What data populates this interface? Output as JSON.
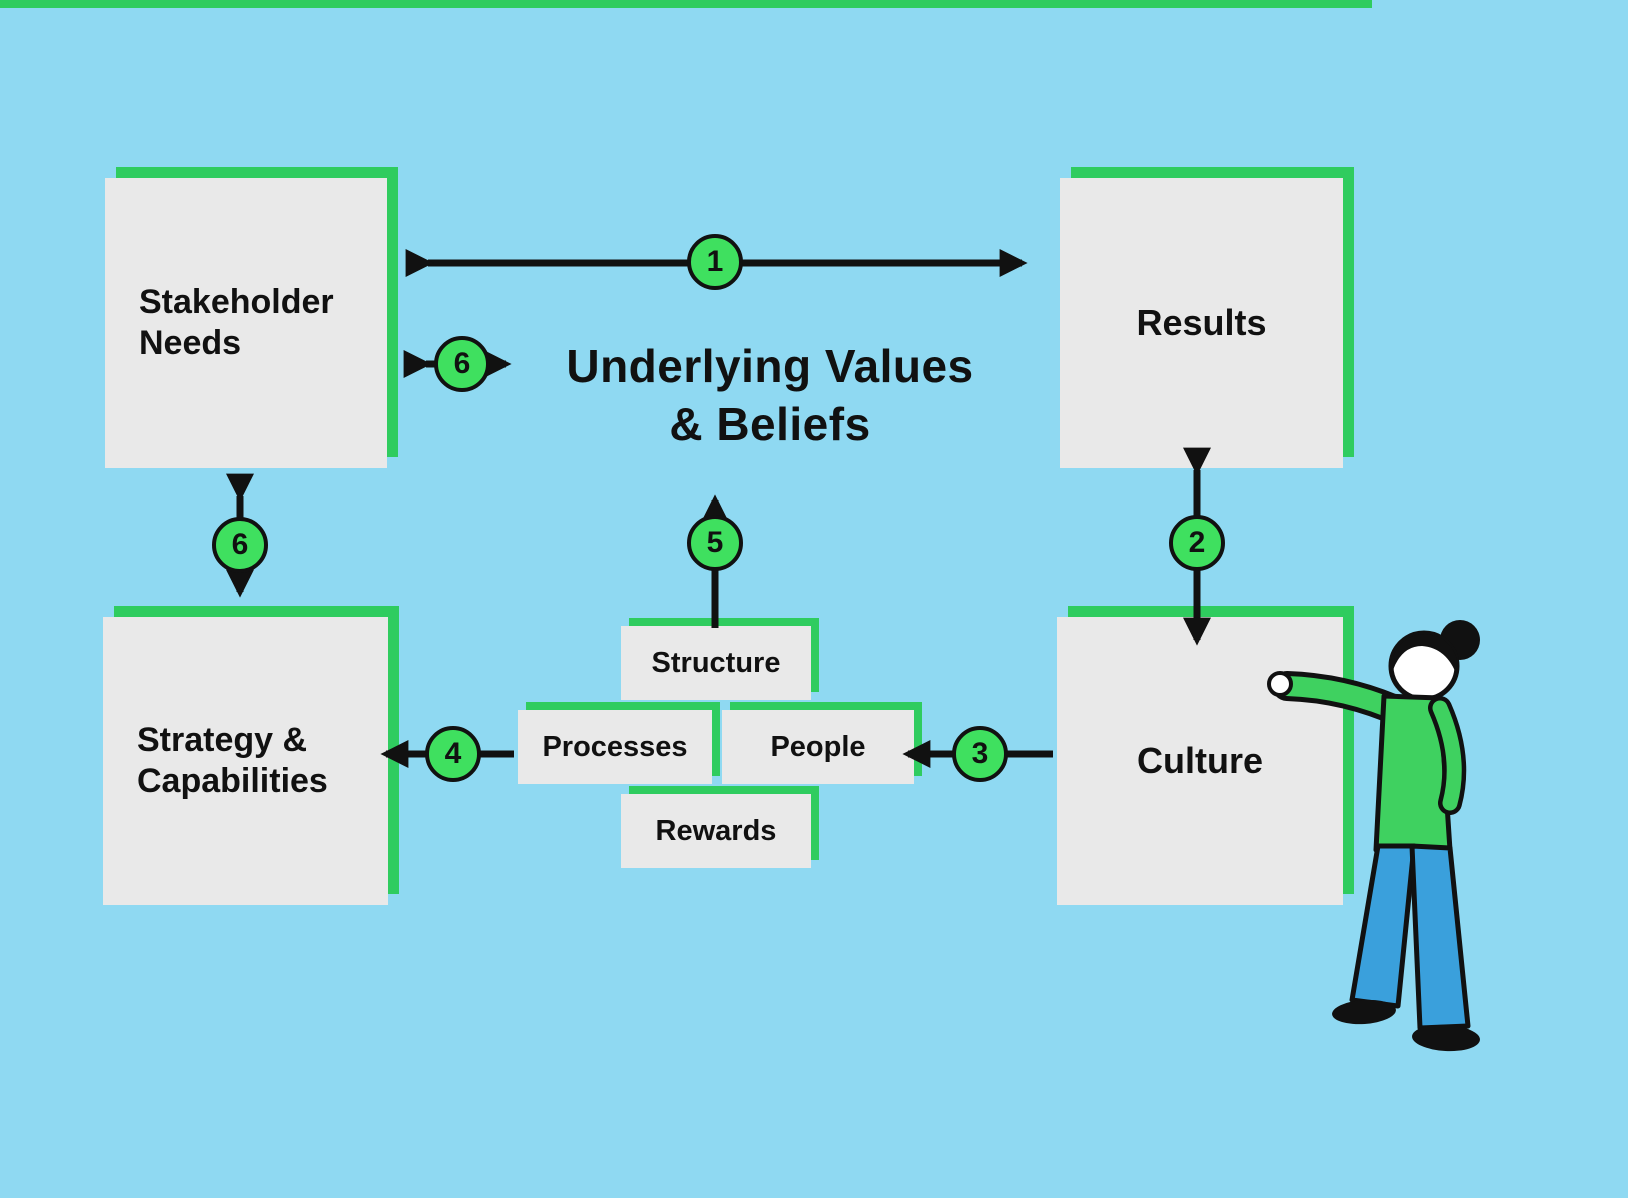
{
  "diagram": {
    "title": "Underlying Values\n& Beliefs",
    "boxes": {
      "stakeholder": "Stakeholder\nNeeds",
      "results": "Results",
      "strategy": "Strategy &\nCapabilities",
      "culture": "Culture",
      "structure": "Structure",
      "processes": "Processes",
      "people": "People",
      "rewards": "Rewards"
    },
    "badges": {
      "n1": "1",
      "n2": "2",
      "n3": "3",
      "n4": "4",
      "n5": "5",
      "n6a": "6",
      "n6b": "6"
    },
    "colors": {
      "background": "#8fd9f2",
      "box_fill": "#e9e9e9",
      "accent_green": "#2fcc5f",
      "badge_green": "#3fe05f",
      "line_black": "#111111",
      "pants_blue": "#3aa0dc"
    }
  }
}
